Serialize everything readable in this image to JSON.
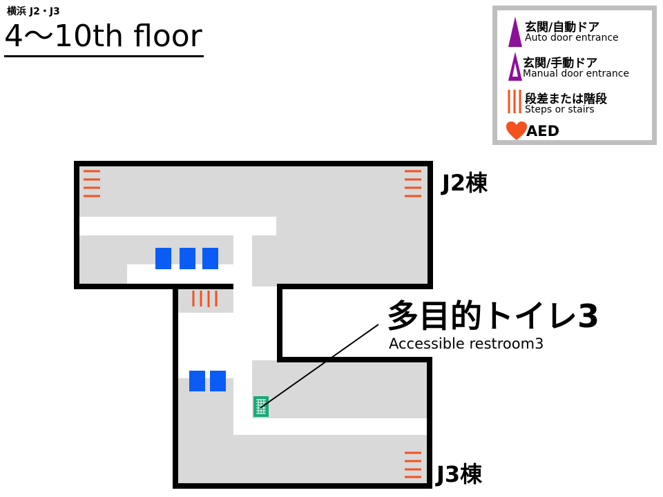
{
  "header": {
    "subtitle": "横浜 J2・J3",
    "title": "4〜10th floor"
  },
  "legend": {
    "items": [
      {
        "icon": "auto-door-icon",
        "jp": "玄関/自動ドア",
        "en": "Auto door entrance"
      },
      {
        "icon": "manual-door-icon",
        "jp": "玄関/手動ドア",
        "en": "Manual door entrance"
      },
      {
        "icon": "stairs-icon",
        "jp": "段差または階段",
        "en": "Steps or stairs"
      },
      {
        "icon": "heart-icon",
        "jp": "AED",
        "en": ""
      }
    ]
  },
  "map": {
    "buildings": {
      "j2": "J2棟",
      "j3": "J3棟"
    },
    "callout": {
      "jp": "多目的トイレ3",
      "en": "Accessible restroom3"
    }
  },
  "colors": {
    "purple": "#8e0f9a",
    "orange": "#f4511e",
    "blue": "#0a5cf5",
    "green": "#1aa87a",
    "floor": "#d9d9d9"
  }
}
